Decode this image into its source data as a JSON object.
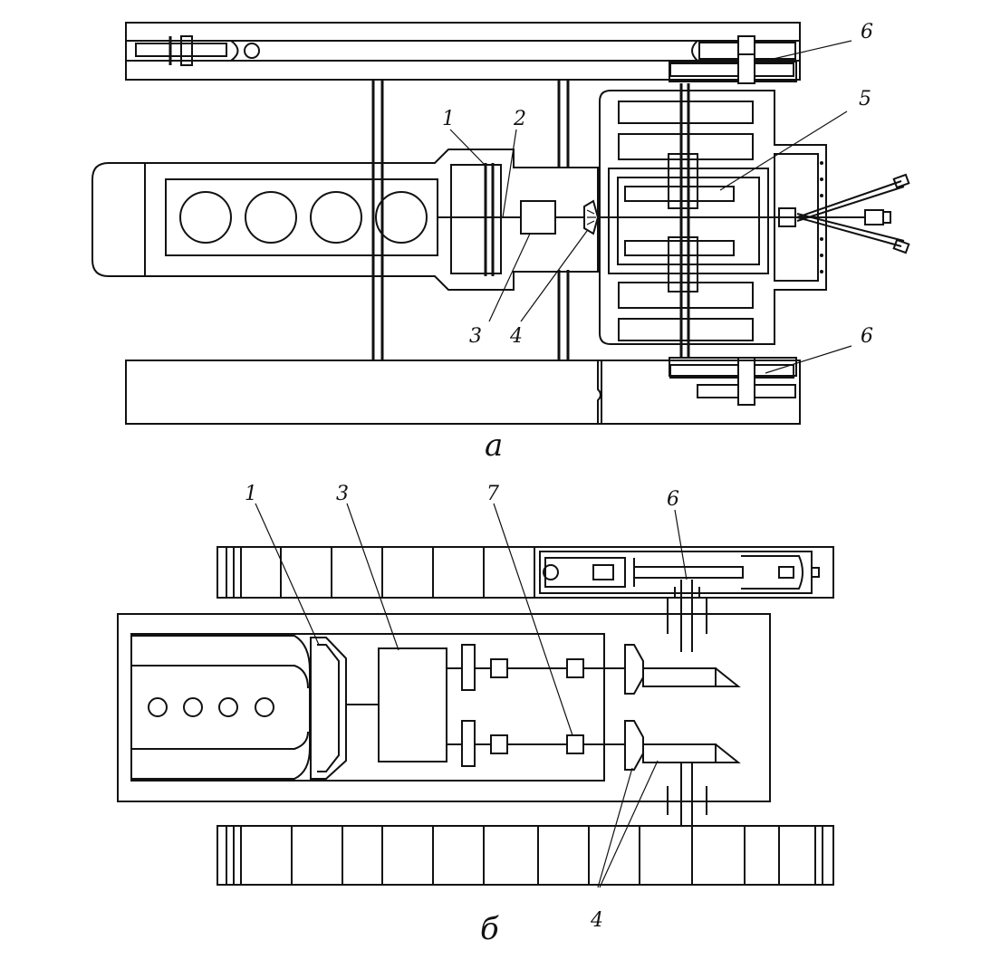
{
  "figure_a": {
    "caption": "а",
    "labels": {
      "l1": "1",
      "l2": "2",
      "l3": "3",
      "l4": "4",
      "l5": "5",
      "l6_top": "6",
      "l6_bottom": "6"
    }
  },
  "figure_b": {
    "caption": "б",
    "labels": {
      "l1": "1",
      "l3": "3",
      "l7": "7",
      "l6": "6",
      "l4": "4"
    }
  }
}
